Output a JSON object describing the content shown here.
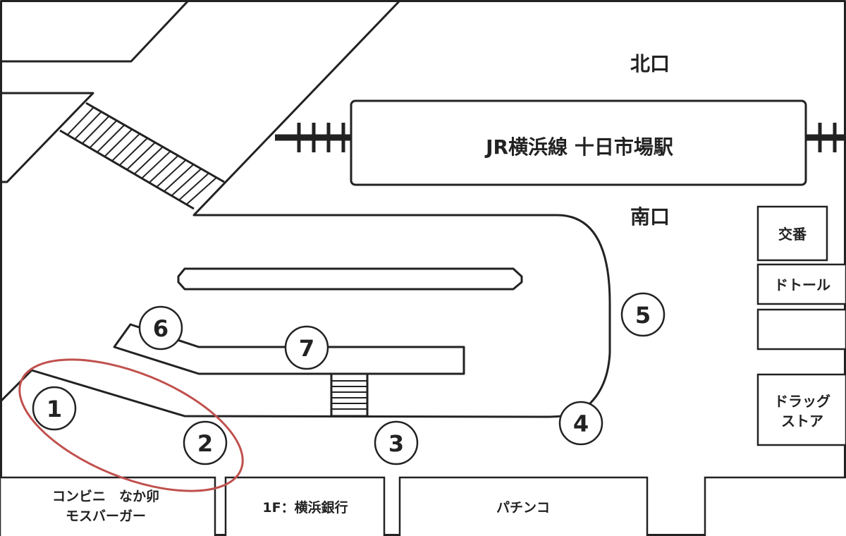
{
  "labels": {
    "north_exit": "北口",
    "south_exit": "南口",
    "station": "JR横浜線 十日市場駅"
  },
  "stops": [
    "1",
    "2",
    "3",
    "4",
    "5",
    "6",
    "7"
  ],
  "buildings": {
    "koban": "交番",
    "doutor": "ドトール",
    "drugstore_line1": "ドラッグ",
    "drugstore_line2": "ストア",
    "conbini_line1": "コンビニ　なか卯",
    "conbini_line2": "モスバーガー",
    "bank": "1F：横浜銀行",
    "pachinko": "パチンコ"
  },
  "colors": {
    "line": "#222222",
    "highlight": "#c0504d"
  }
}
